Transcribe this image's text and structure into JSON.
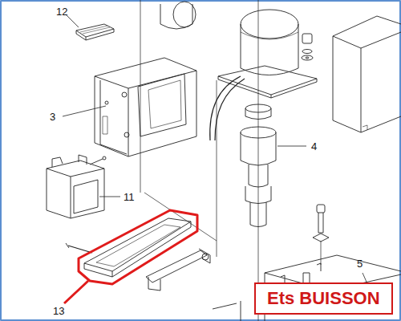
{
  "diagram": {
    "nodes": [
      {
        "text": [
          "Ets BUISSON"
        ]
      }
    ],
    "labels": [
      "12",
      "3",
      "4",
      "11",
      "13",
      "5"
    ]
  }
}
